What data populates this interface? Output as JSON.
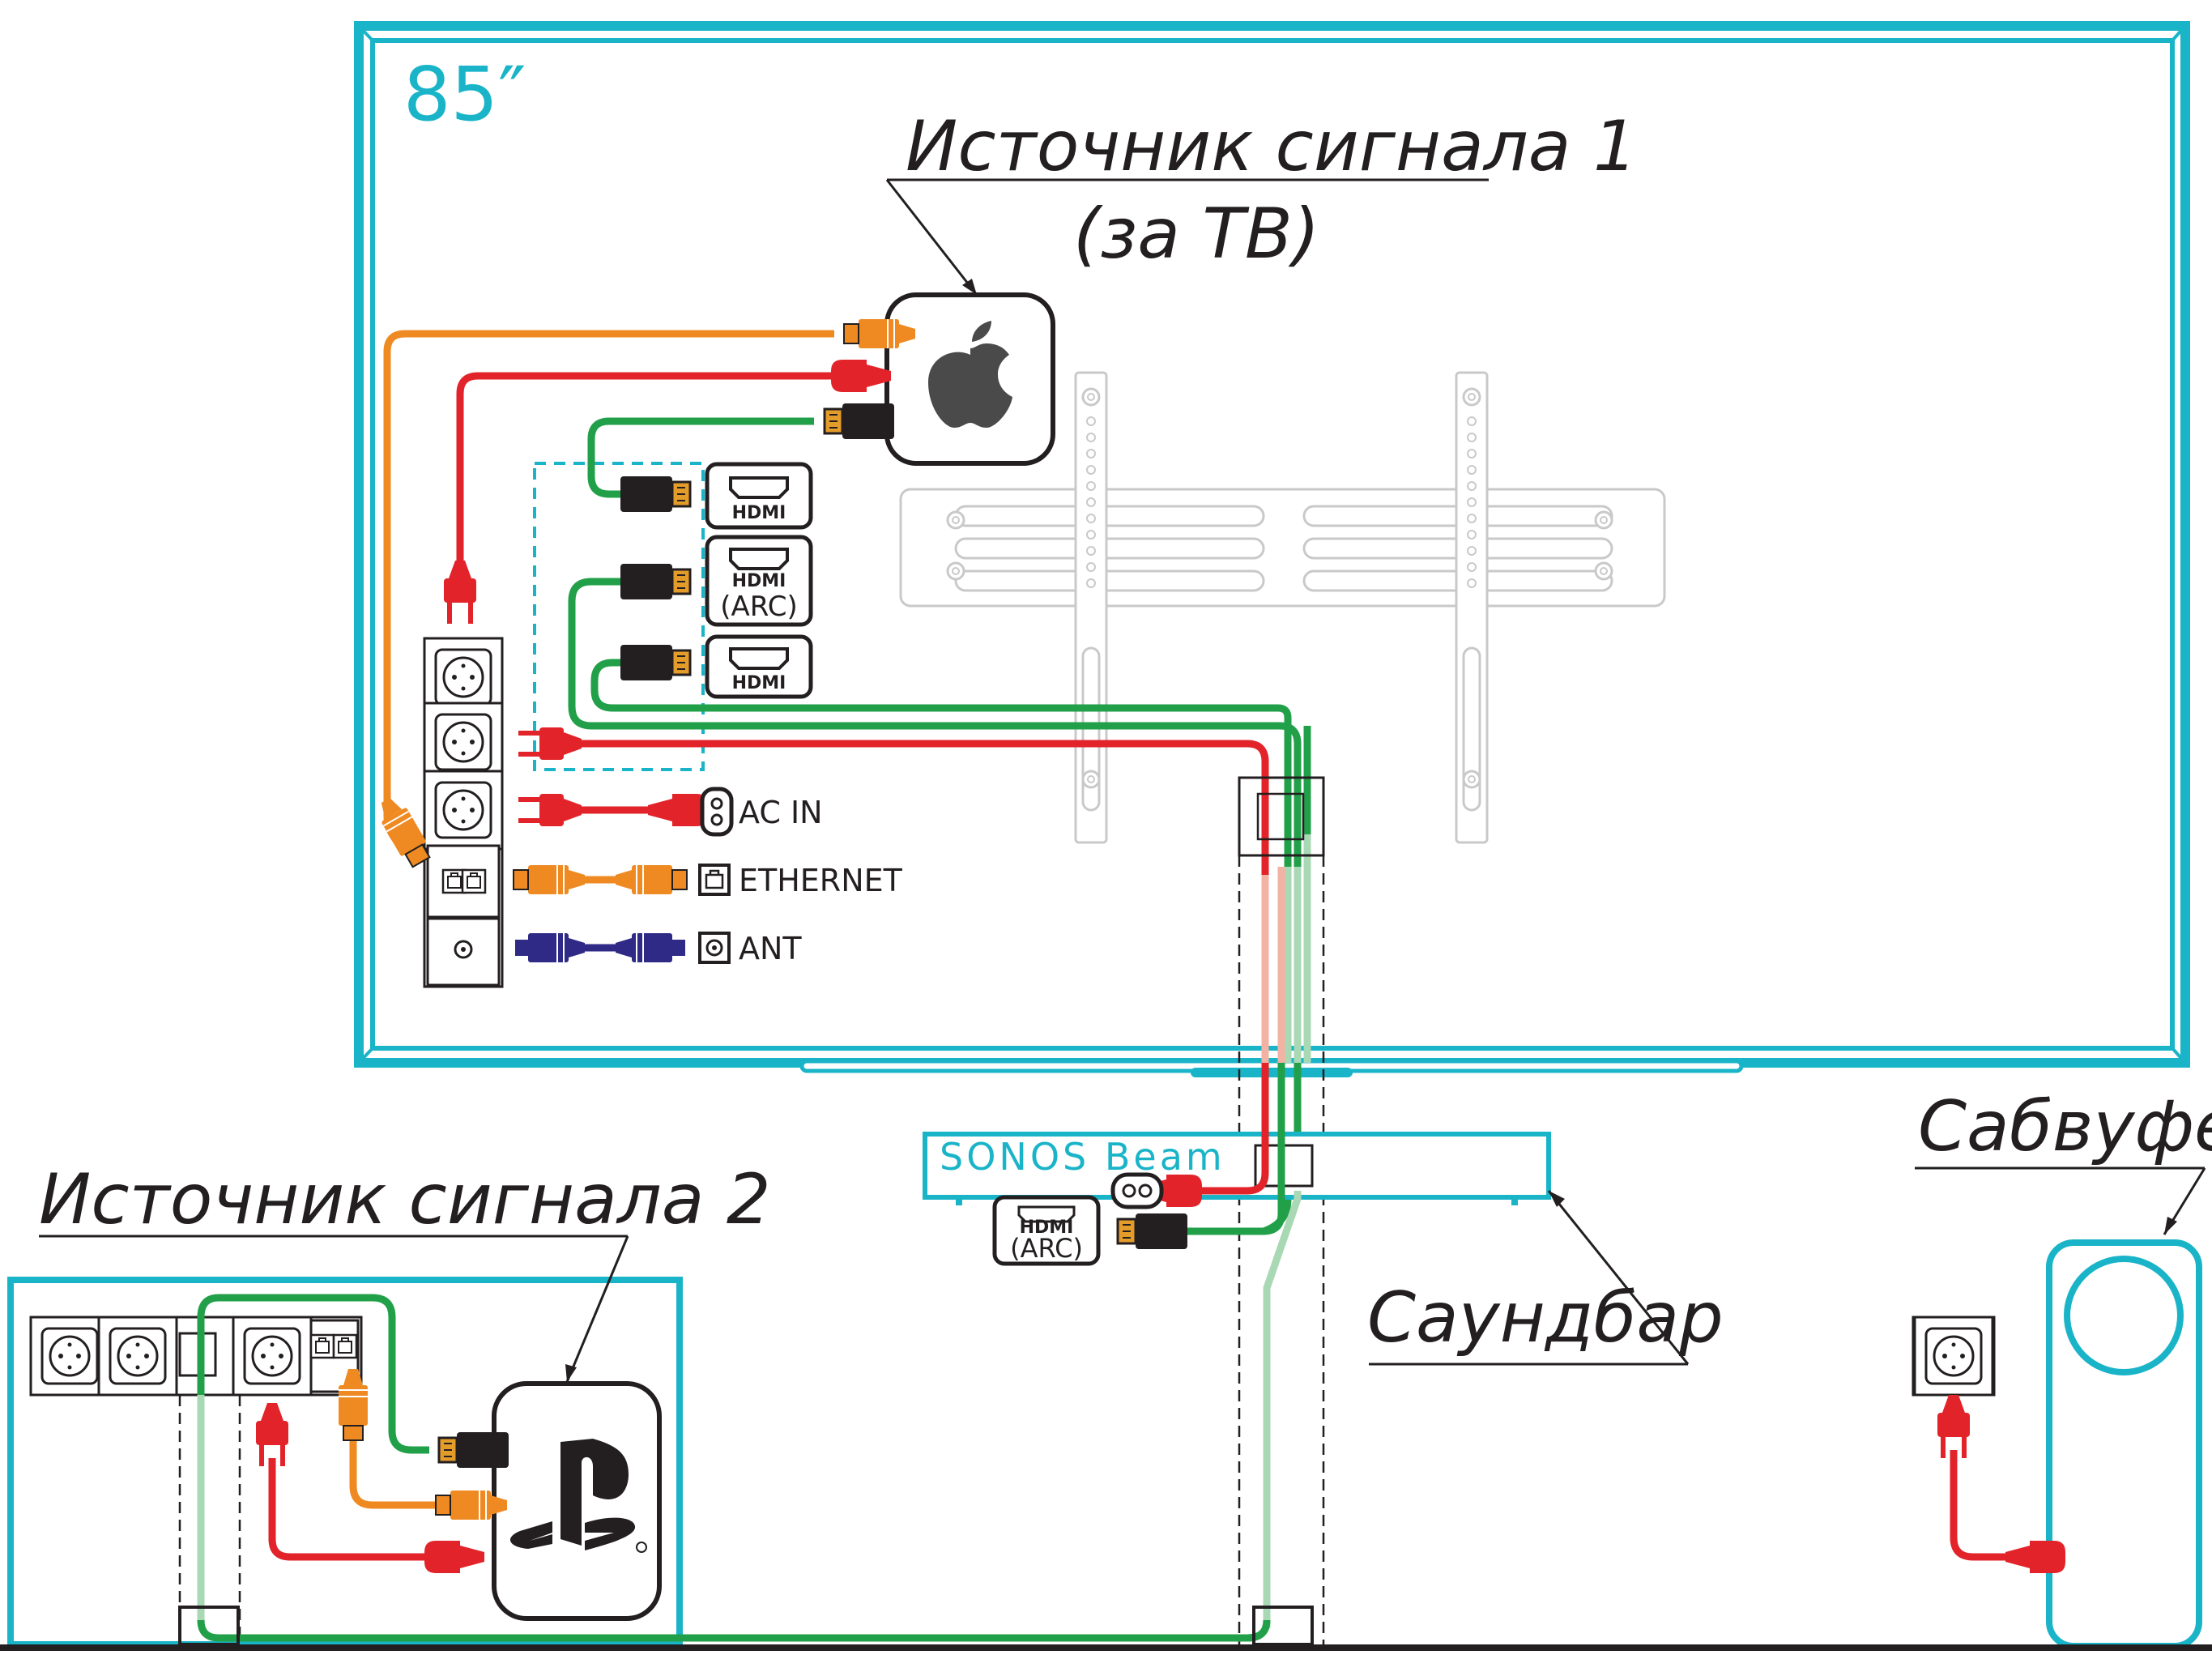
{
  "tv": {
    "size_label": "85″"
  },
  "labels": {
    "source1_line1": "Источник сигнала 1",
    "source1_line2": "(за ТВ)",
    "source2": "Источник сигнала 2",
    "subwoofer": "Сабвуфер",
    "soundbar": "Саундбар"
  },
  "ports": {
    "hdmi": "HDMI",
    "arc": "(ARC)",
    "ac_in": "AC IN",
    "ethernet": "ETHERNET",
    "ant": "ANT"
  },
  "soundbar": {
    "brand": "SONOS Beam"
  },
  "colors": {
    "frame": "#1ab4c8",
    "power": "#e2232a",
    "ethernet": "#ef8a22",
    "hdmi": "#22a049",
    "antenna": "#2e2a86",
    "hdmi_faded": "#a9d8b4",
    "power_faded": "#f2b3a4",
    "ink": "#231f20",
    "mount": "#c9c9c9"
  },
  "icons": {
    "source1": "apple-icon",
    "source2": "playstation-icon"
  }
}
